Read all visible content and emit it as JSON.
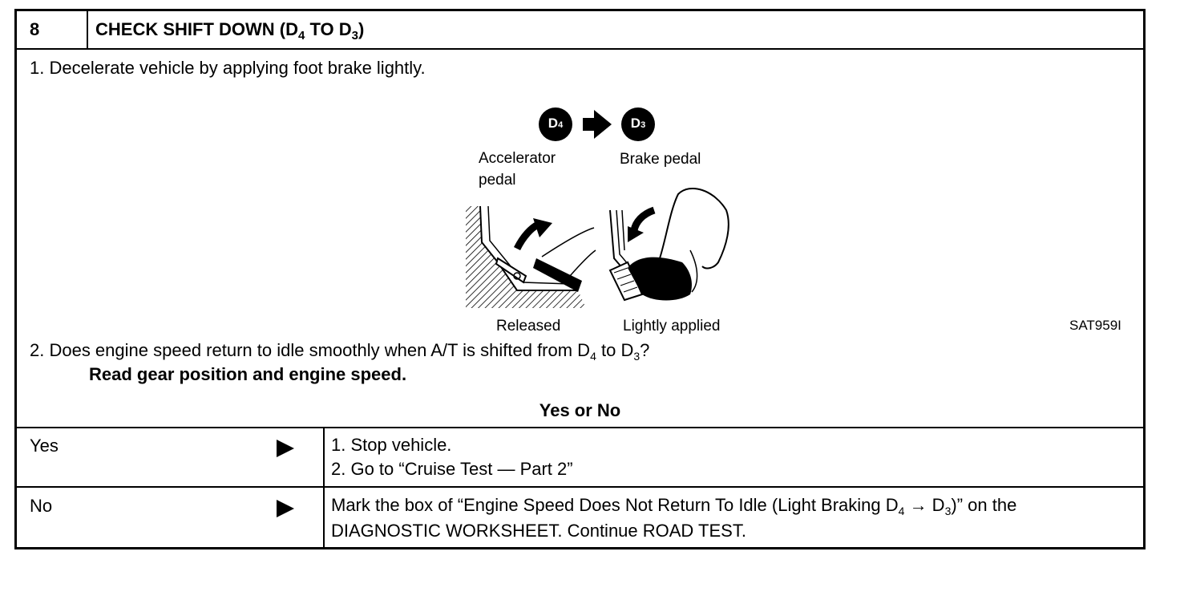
{
  "header": {
    "step_number": "8",
    "title_prefix": "CHECK SHIFT DOWN (D",
    "title_sub_a": "4",
    "title_mid": " TO D",
    "title_sub_b": "3",
    "title_suffix": ")"
  },
  "instructions": {
    "step1": "1.  Decelerate vehicle by applying foot brake lightly.",
    "step2_prefix": "2.  Does engine speed return to idle smoothly when A/T is shifted from D",
    "step2_sub_a": "4",
    "step2_mid": " to D",
    "step2_sub_b": "3",
    "step2_suffix": "?",
    "bold_note": "Read gear position and engine speed.",
    "yes_or_no": "Yes or No"
  },
  "figure": {
    "badge_from": "D",
    "badge_from_sub": "4",
    "badge_to": "D",
    "badge_to_sub": "3",
    "label_accelerator_line1": "Accelerator",
    "label_accelerator_line2": "pedal",
    "label_brake": "Brake  pedal",
    "label_released": "Released",
    "label_lightly_applied": "Lightly  applied",
    "code": "SAT959I"
  },
  "answers": {
    "yes": {
      "label": "Yes",
      "line1": "1.  Stop vehicle.",
      "line2": "2.  Go to “Cruise Test — Part 2”"
    },
    "no": {
      "label": "No",
      "text_prefix": "Mark the box of “Engine Speed Does Not Return To Idle (Light Braking D",
      "text_sub_a": "4",
      "text_arrow": " → D",
      "text_sub_b": "3",
      "text_suffix": ")” on the",
      "line2": "DIAGNOSTIC WORKSHEET. Continue ROAD TEST."
    }
  }
}
